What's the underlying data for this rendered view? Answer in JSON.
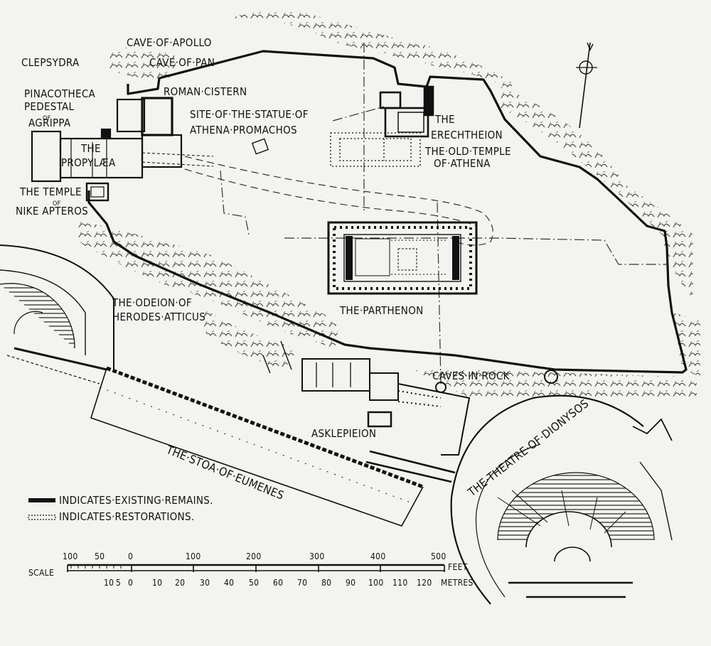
{
  "labels": {
    "cave_apollo": "CAVE·OF·APOLLO",
    "cave_pan": "CAVE·OF·PAN",
    "clepsydra": "CLEPSYDRA",
    "pinacotheca": "PINACOTHECA",
    "pedestal": "PEDESTAL",
    "pedestal_of": "OF",
    "agrippa": "AGRIPPA",
    "roman_cistern": "ROMAN·CISTERN",
    "statue_site_1": "SITE·OF·THE·STATUE·OF",
    "statue_site_2": "ATHENA·PROMACHOS",
    "erechtheion_1": "THE",
    "erechtheion_2": "ERECHTHEION",
    "old_temple_1": "THE·OLD·TEMPLE",
    "old_temple_2": "OF·ATHENA",
    "propylaea_1": "THE",
    "propylaea_2": "PROPYLÆA",
    "nike_1": "THE TEMPLE",
    "nike_of": "OF",
    "nike_2": "NIKE APTEROS",
    "parthenon": "THE·PARTHENON",
    "odeion_1": "THE·ODEION·OF",
    "odeion_2": "HERODES·ATTICUS",
    "caves_rock": "CAVES·IN·ROCK",
    "asklepieion": "ASKLEPIEION",
    "stoa": "THE·STOA·OF·EUMENES",
    "theatre": "THE·THEATRE·OF·DIONYSOS"
  },
  "legend": {
    "existing": "INDICATES·EXISTING·REMAINS.",
    "restorations": "INDICATES·RESTORATIONS."
  },
  "scale": {
    "label": "SCALE",
    "feet_unit": "FEET.",
    "metres_unit": "METRES",
    "feet_ticks": [
      "100",
      "50",
      "0",
      "100",
      "200",
      "300",
      "400",
      "500"
    ],
    "metre_ticks": [
      "10",
      "5",
      "0",
      "10",
      "20",
      "30",
      "40",
      "50",
      "60",
      "70",
      "80",
      "90",
      "100",
      "110",
      "120"
    ]
  }
}
